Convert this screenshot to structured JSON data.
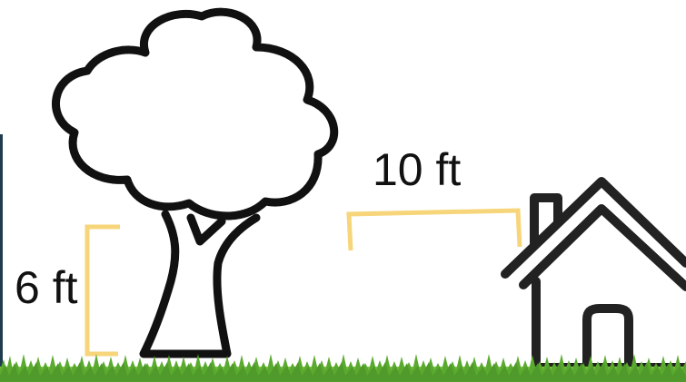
{
  "labels": {
    "tree_height": "6 ft",
    "distance": "10 ft"
  },
  "colors": {
    "outline": "#111111",
    "dimension_line": "#f7d57a",
    "grass": "#7cc242",
    "grass_dark": "#4f9a2a",
    "left_edge_bar": "#1f3b4d"
  },
  "icons": {
    "tree": "tree-icon",
    "house": "house-icon",
    "grass": "grass-strip"
  }
}
